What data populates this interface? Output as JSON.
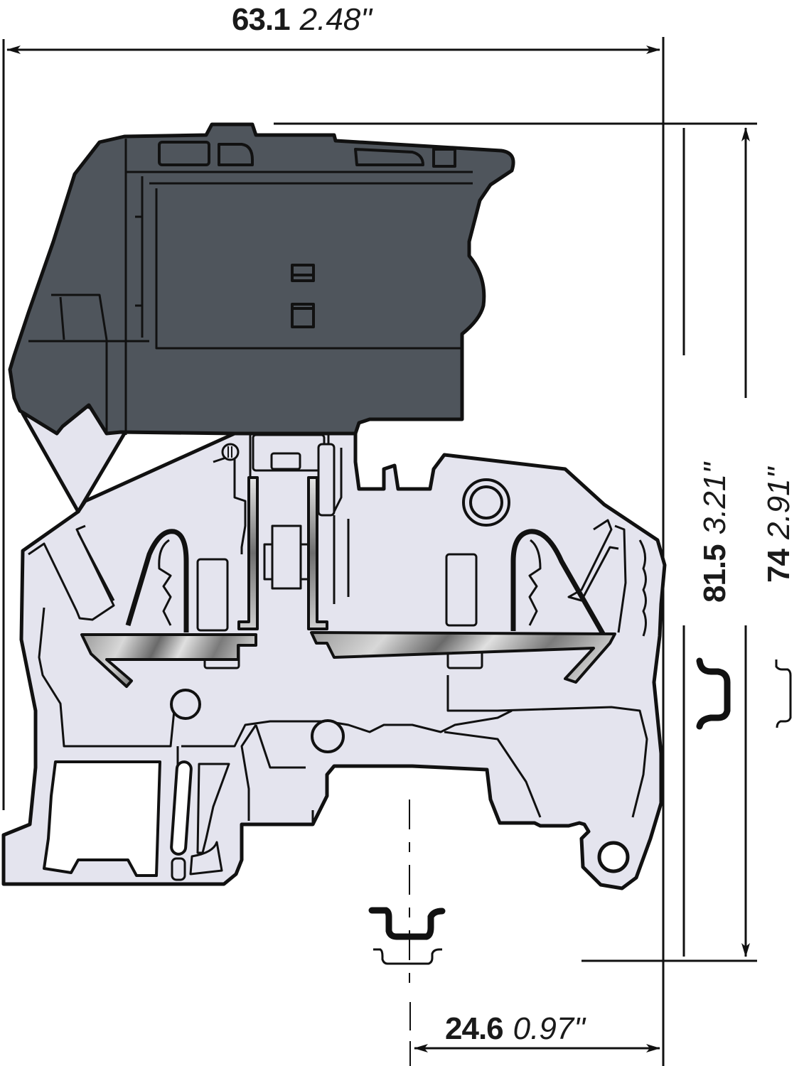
{
  "drawing": {
    "subject": "fuse terminal block with hinged fuse carrier on DIN rail",
    "colors": {
      "fuse_carrier": "#4f555c",
      "housing": "#e4e4ee",
      "outline": "#111111",
      "background": "#ffffff"
    },
    "units_primary": "mm",
    "units_secondary": "in"
  },
  "dimensions": {
    "width": {
      "mm": "63.1",
      "in": "2.48\"",
      "orientation": "horizontal",
      "position": "top"
    },
    "height_total": {
      "mm": "81.5",
      "in": "3.21\"",
      "orientation": "vertical",
      "position": "right"
    },
    "height_rail": {
      "mm": "74",
      "in": "2.91\"",
      "orientation": "vertical",
      "position": "far-right"
    },
    "rail_offset": {
      "mm": "24.6",
      "in": "0.97\"",
      "orientation": "horizontal",
      "position": "bottom"
    }
  },
  "icons": {
    "din_rail_deep": "din-rail-35x15-icon",
    "din_rail_shallow": "din-rail-35x7.5-icon"
  }
}
